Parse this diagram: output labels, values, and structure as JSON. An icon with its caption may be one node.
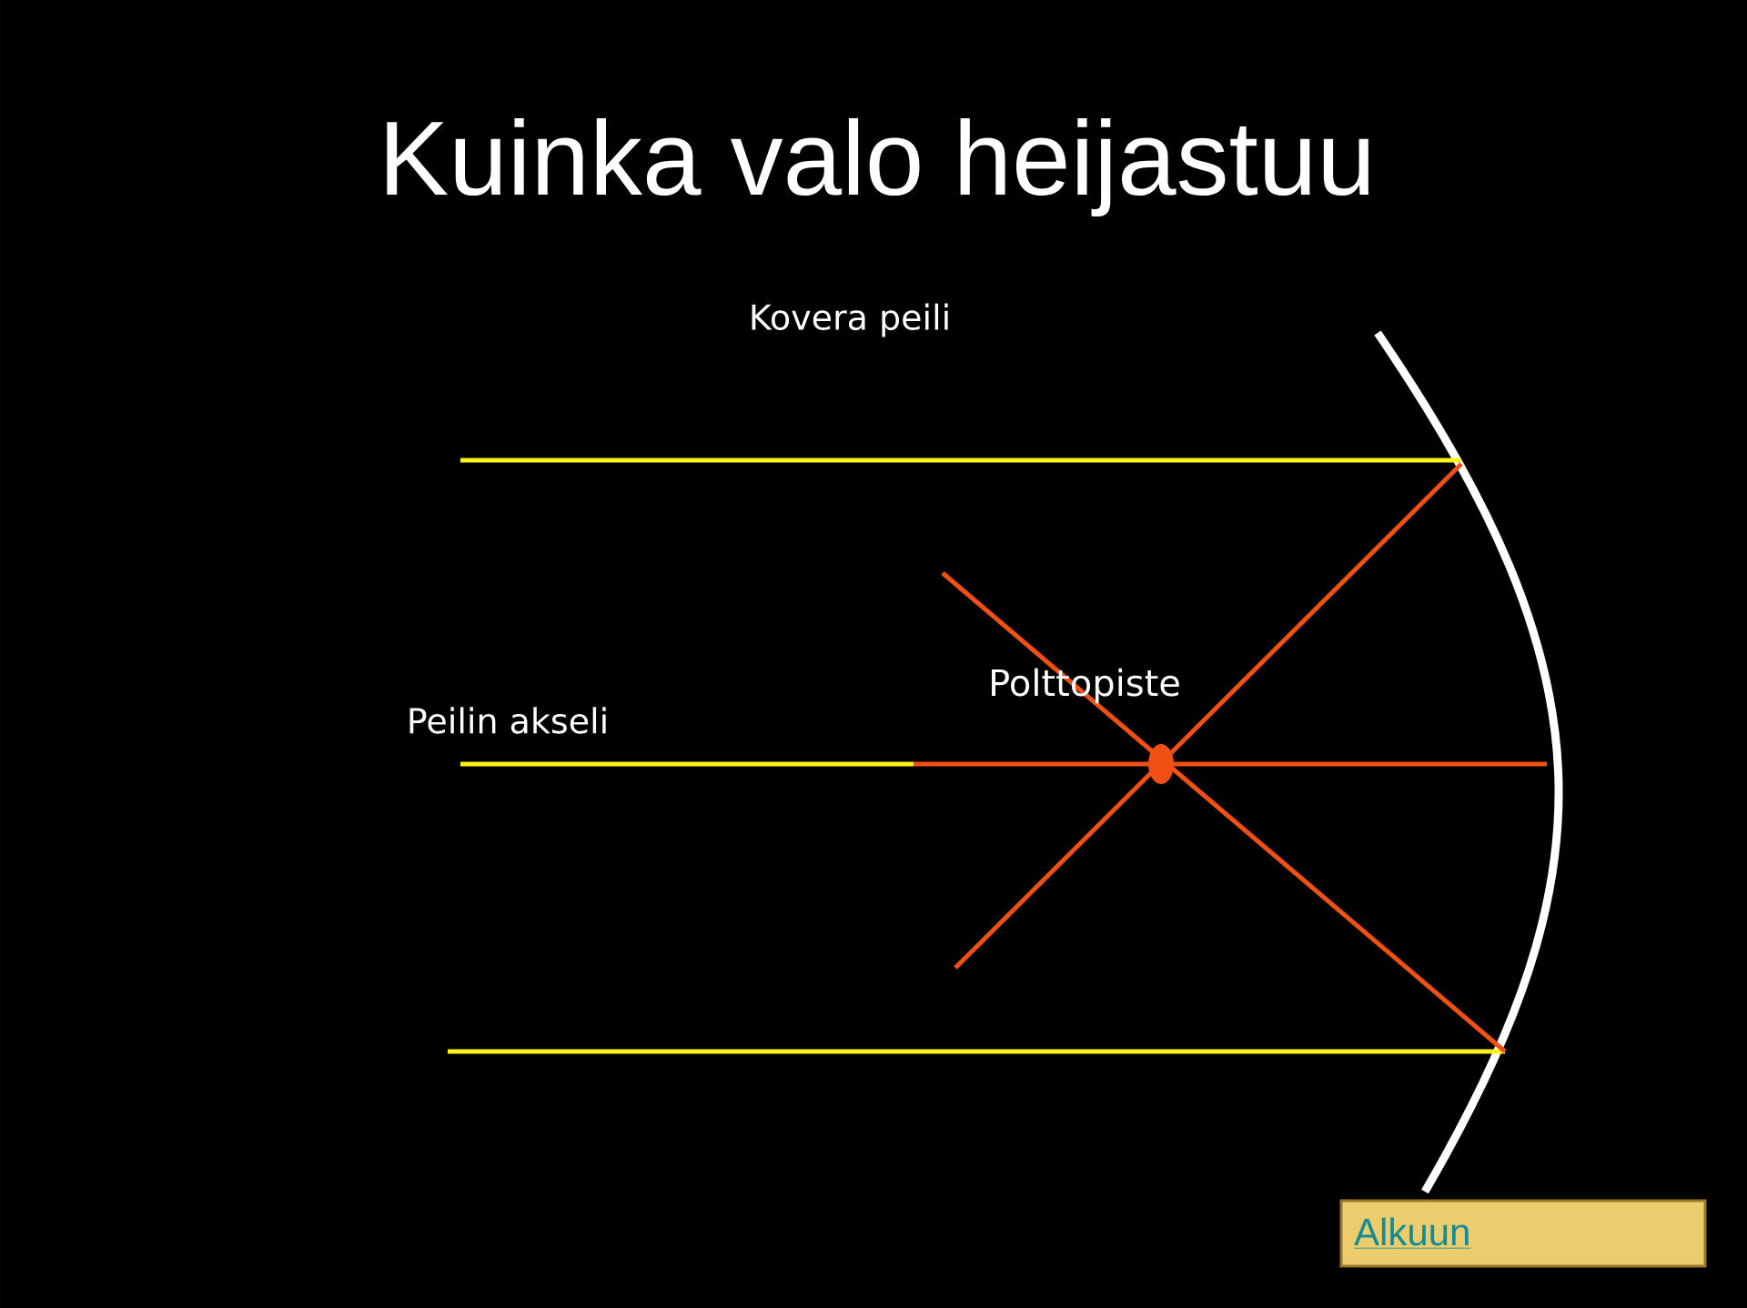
{
  "diagram": {
    "title": "Kuinka valo heijastuu",
    "nodes": [
      {
        "text": [],
        "shape": "circle",
        "beside": [
          "Polttopiste"
        ]
      },
      {
        "text": [
          "Alkuun"
        ]
      }
    ],
    "labels": [
      "Kovera peili",
      "Peilin akseli"
    ]
  }
}
